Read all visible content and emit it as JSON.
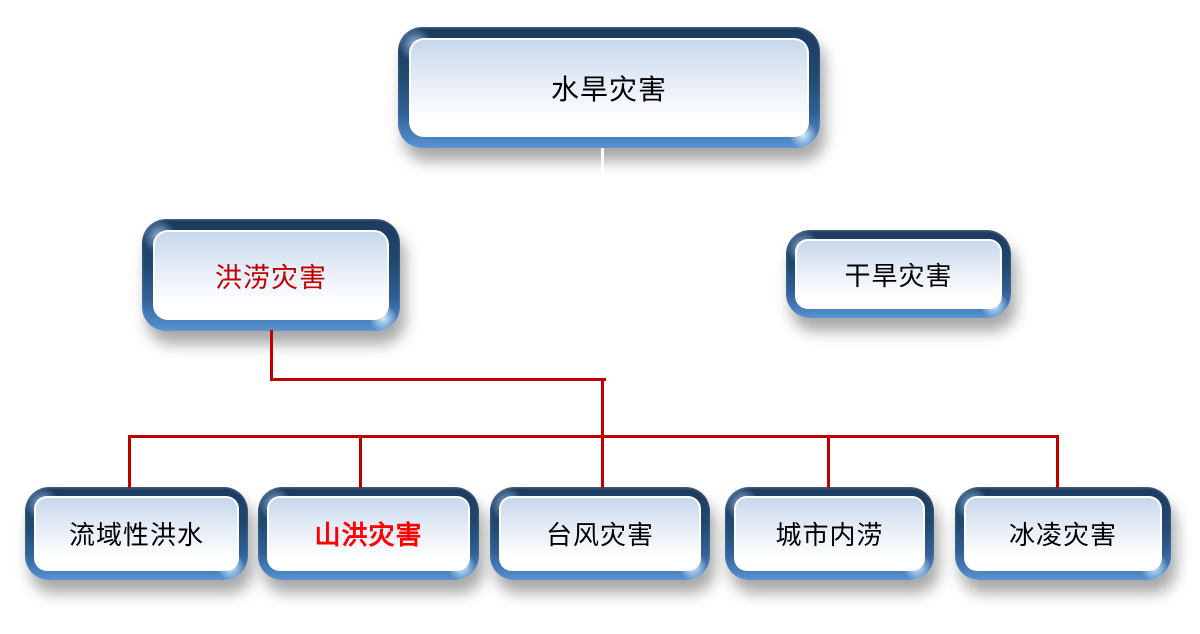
{
  "diagram": {
    "type": "hierarchy",
    "background": "#FFFFFF",
    "root": {
      "label": "水旱灾害"
    },
    "level2": [
      {
        "label": "洪涝灾害",
        "emphasis": "dark-red"
      },
      {
        "label": "干旱灾害",
        "emphasis": "none"
      }
    ],
    "level3": [
      {
        "label": "流域性洪水",
        "emphasis": "none"
      },
      {
        "label": "山洪灾害",
        "emphasis": "bold-bright-red"
      },
      {
        "label": "台风灾害",
        "emphasis": "none"
      },
      {
        "label": "城市内涝",
        "emphasis": "none"
      },
      {
        "label": "冰凌灾害",
        "emphasis": "none"
      }
    ],
    "colors": {
      "connector": "#C00000",
      "trunk_connector": "#FFFFFF",
      "emphasis_dark_red": "#C00000",
      "emphasis_bright_red": "#FF0000",
      "text_default": "#000000",
      "node_frame_dark": "#1C3A5E",
      "node_frame_light": "#4C84C2",
      "node_fill_top": "#C7D7EC",
      "node_fill_bottom": "#FFFFFF"
    }
  }
}
